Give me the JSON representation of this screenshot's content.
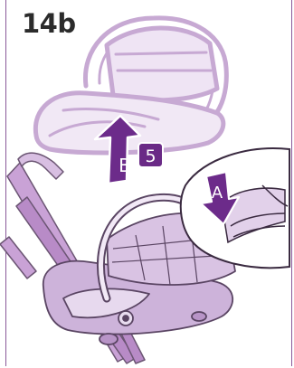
{
  "step_number": "14b",
  "labels": {
    "arrow_b": "B",
    "step_badge": "5",
    "arrow_a": "A"
  },
  "colors": {
    "arrow_purple": "#6c2b8a",
    "seat_outline": "#c7a9d3",
    "stroller_frame": "#b78bc7",
    "seat_fill": "#cdb3da",
    "badge_purple": "#6a2a86",
    "line_dark": "#3a2a40"
  }
}
